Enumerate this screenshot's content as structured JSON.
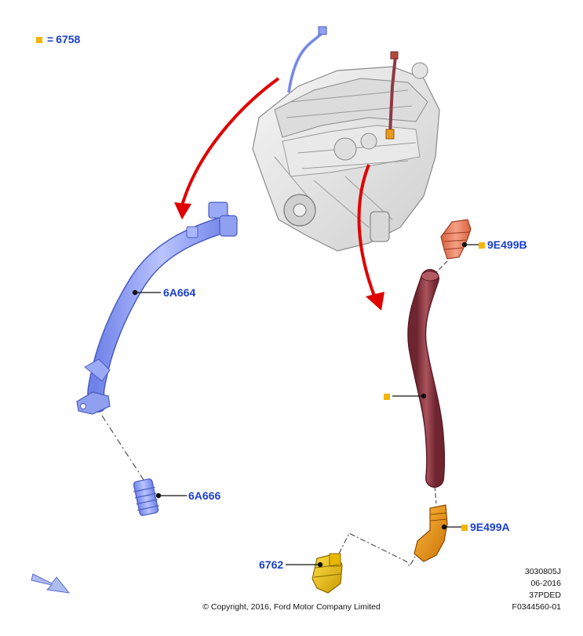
{
  "legend": {
    "value": "6758",
    "equals": "="
  },
  "callouts": {
    "tube_upper": "6A664",
    "tube_lower": "6A666",
    "seal_upper": "9E499B",
    "seal_lower": "9E499A",
    "sensor": "6762"
  },
  "reference": {
    "line1": "3030805J",
    "line2": "06-2016",
    "line3": "37PDED",
    "line4": "F0344560-01"
  },
  "copyright": "© Copyright, 2016, Ford Motor Company Limited",
  "colors": {
    "callout_text": "#1a3fd0",
    "marker": "#f2b600",
    "arrow": "#e00000",
    "blue_part": "#8fa0f0",
    "red_tube": "#8e3a45",
    "orange_part": "#e89a20",
    "yellow_part": "#f2c200",
    "engine": "#e6e6e6"
  },
  "icons": [
    "view-direction-arrow-icon"
  ]
}
